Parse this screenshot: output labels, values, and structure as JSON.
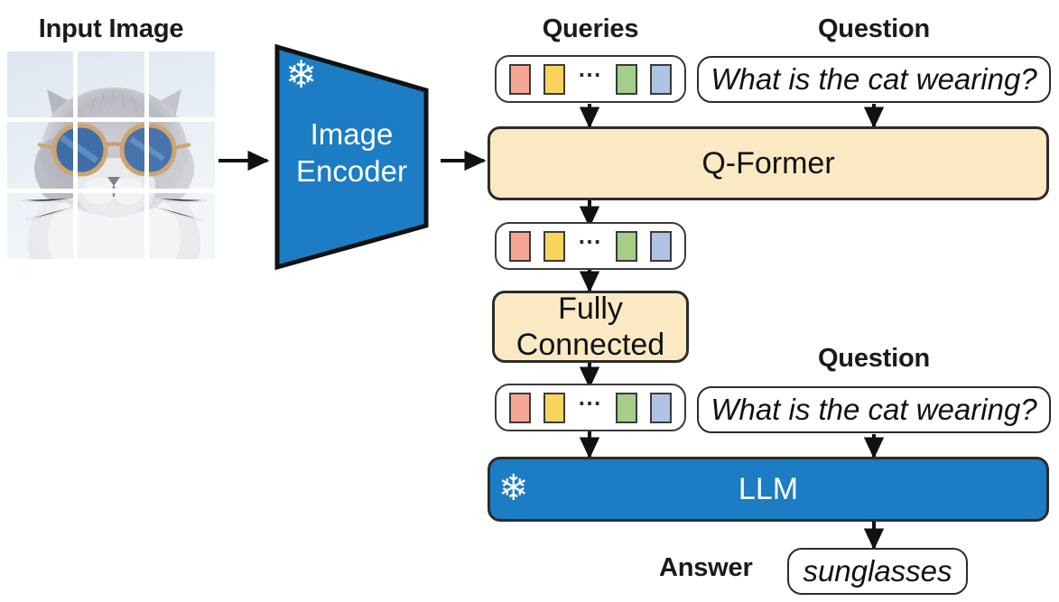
{
  "figure": {
    "title": "Instruction-tuned vision-language model architecture (Q-Former + frozen LLM)"
  },
  "input": {
    "heading": "Input Image",
    "grid": "3x3 patch grid",
    "subject": "cat wearing round blue sunglasses"
  },
  "encoder": {
    "label": "Image\nEncoder",
    "frozen_icon": "snowflake-icon",
    "frozen_glyph": "❄",
    "color": "#1C7CC4"
  },
  "queries": {
    "heading": "Queries",
    "tokens": [
      {
        "name": "query-token-1",
        "color": "#F5A795"
      },
      {
        "name": "query-token-2",
        "color": "#FAD35C"
      },
      {
        "name": "query-token-ellipsis",
        "color": null,
        "glyph": "⋯"
      },
      {
        "name": "query-token-3",
        "color": "#A5CE89"
      },
      {
        "name": "query-token-4",
        "color": "#AFC3E3"
      }
    ]
  },
  "question_top": {
    "heading": "Question",
    "text": "What is the cat wearing?"
  },
  "qformer": {
    "label": "Q-Former",
    "color": "#FBE9C4"
  },
  "qformer_output": {
    "tokens": [
      {
        "name": "output-token-1",
        "color": "#F5A795"
      },
      {
        "name": "output-token-2",
        "color": "#FAD35C"
      },
      {
        "name": "output-token-ellipsis",
        "color": null,
        "glyph": "⋯"
      },
      {
        "name": "output-token-3",
        "color": "#A5CE89"
      },
      {
        "name": "output-token-4",
        "color": "#AFC3E3"
      }
    ]
  },
  "fully_connected": {
    "label": "Fully\nConnected",
    "color": "#FBE9C4"
  },
  "fc_output": {
    "tokens": [
      {
        "name": "fc-token-1",
        "color": "#F5A795"
      },
      {
        "name": "fc-token-2",
        "color": "#FAD35C"
      },
      {
        "name": "fc-token-ellipsis",
        "color": null,
        "glyph": "⋯"
      },
      {
        "name": "fc-token-3",
        "color": "#A5CE89"
      },
      {
        "name": "fc-token-4",
        "color": "#AFC3E3"
      }
    ]
  },
  "question_bottom": {
    "heading": "Question",
    "text": "What is the cat wearing?"
  },
  "llm": {
    "label": "LLM",
    "frozen_icon": "snowflake-icon",
    "frozen_glyph": "❄",
    "color": "#1C7CC4"
  },
  "answer": {
    "heading": "Answer",
    "text": "sunglasses"
  }
}
